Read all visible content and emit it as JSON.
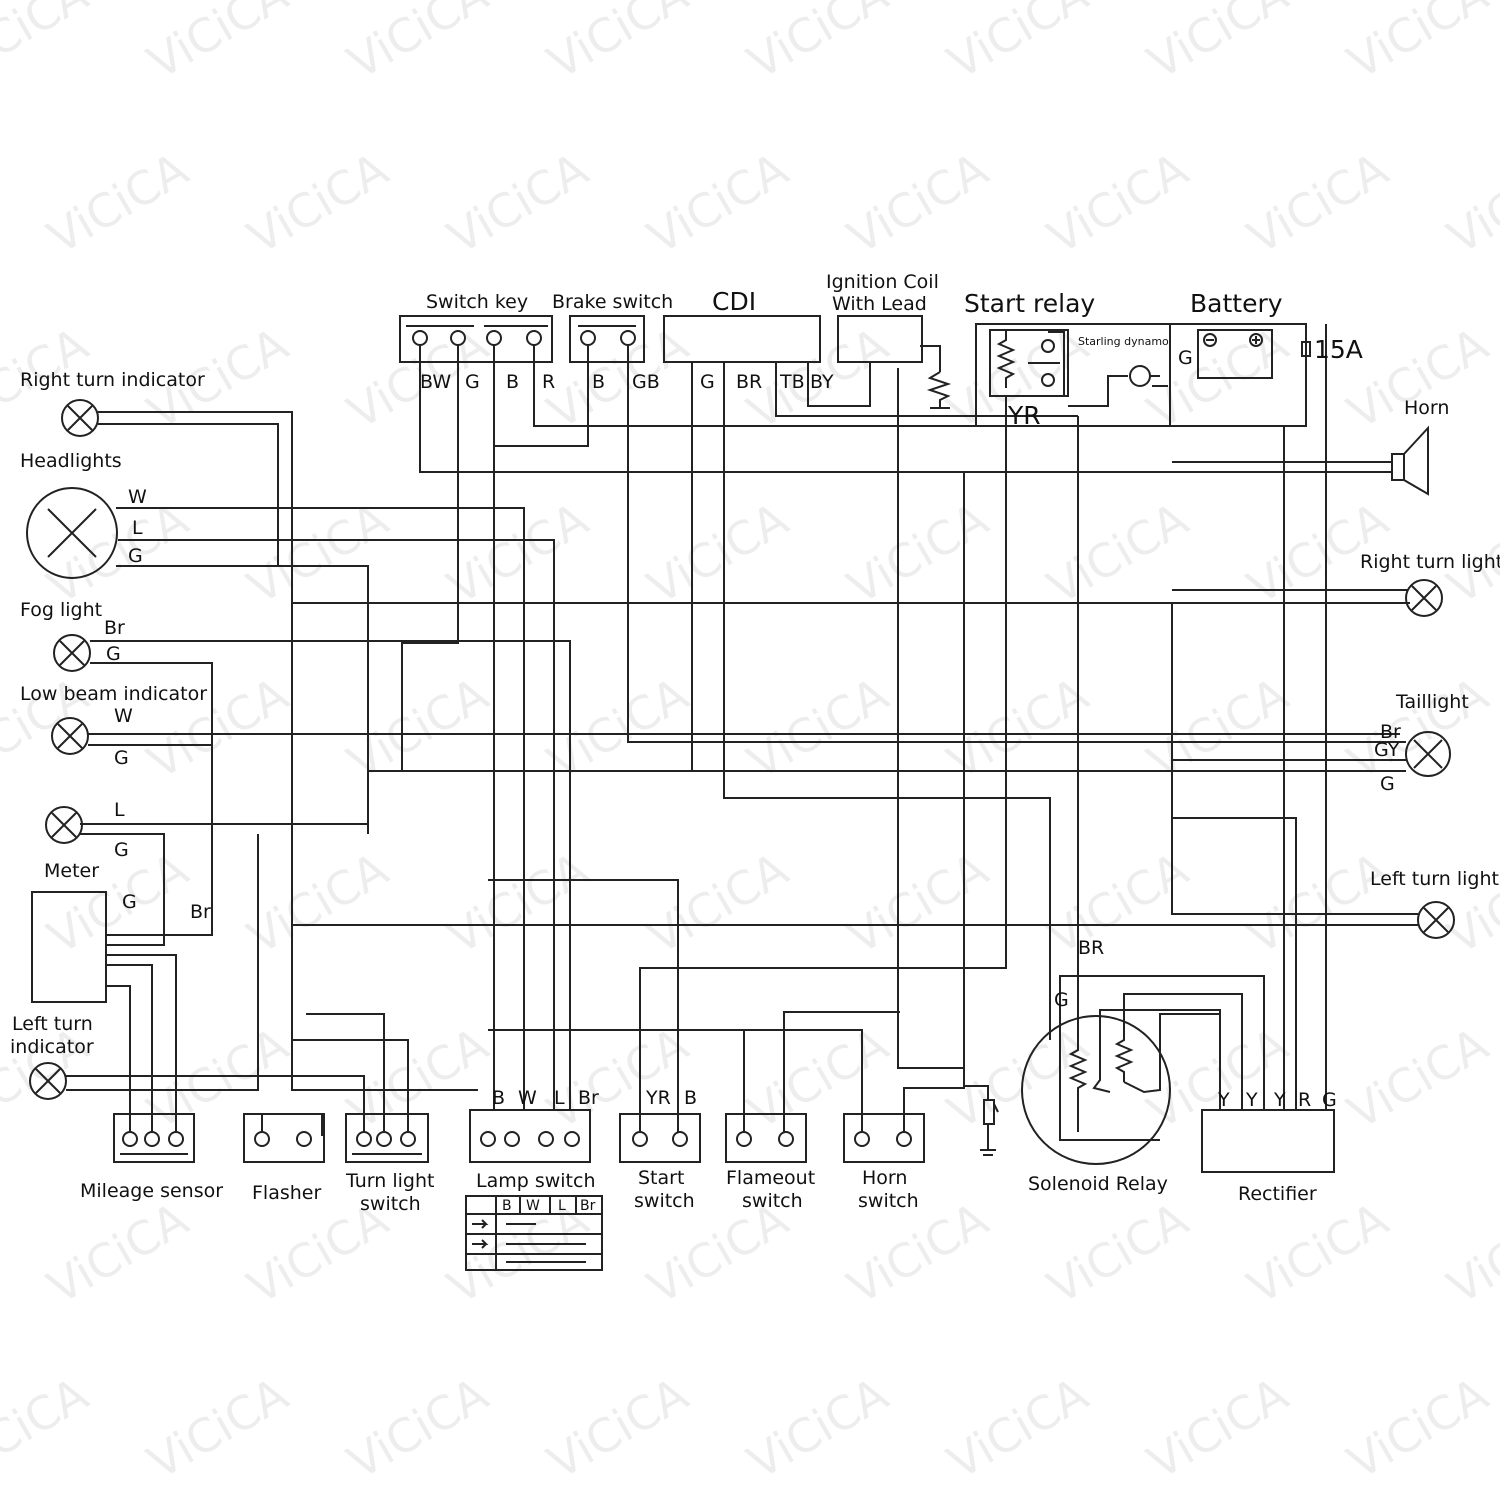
{
  "watermark": "ViCiCA",
  "components": {
    "switch_key": "Switch key",
    "brake_switch": "Brake switch",
    "cdi": "CDI",
    "ignition_coil_1": "Ignition Coil",
    "ignition_coil_2": "With Lead",
    "start_relay": "Start relay",
    "battery": "Battery",
    "fuse": "15A",
    "starling_dynamo": "Starling dynamo",
    "horn": "Horn",
    "right_turn_indicator": "Right turn indicator",
    "headlights": "Headlights",
    "fog_light": "Fog light",
    "low_beam_indicator": "Low beam indicator",
    "meter": "Meter",
    "left_turn_indicator_1": "Left turn",
    "left_turn_indicator_2": "indicator",
    "right_turn_light": "Right turn light",
    "taillight": "Taillight",
    "left_turn_light": "Left turn light",
    "mileage_sensor": "Mileage sensor",
    "flasher": "Flasher",
    "turn_light_switch_1": "Turn light",
    "turn_light_switch_2": "switch",
    "lamp_switch": "Lamp switch",
    "start_switch_1": "Start",
    "start_switch_2": "switch",
    "flameout_switch_1": "Flameout",
    "flameout_switch_2": "switch",
    "horn_switch_1": "Horn",
    "horn_switch_2": "switch",
    "solenoid_relay": "Solenoid Relay",
    "rectifier": "Rectifier"
  },
  "terminals": {
    "switch_key": [
      "BW",
      "G",
      "B",
      "R"
    ],
    "brake_switch": [
      "B",
      "GB"
    ],
    "cdi": [
      "G",
      "BR",
      "TB",
      "BY"
    ],
    "start_relay": "YR",
    "battery_g": "G",
    "headlights": [
      "W",
      "L",
      "G"
    ],
    "fog_light": [
      "Br",
      "G"
    ],
    "low_beam": [
      "W",
      "G"
    ],
    "indicator_l": [
      "L",
      "G"
    ],
    "meter": [
      "G",
      "Br"
    ],
    "taillight": [
      "Br",
      "GY",
      "G"
    ],
    "lamp_switch": [
      "B",
      "W",
      "L",
      "Br"
    ],
    "start_switch": [
      "YR",
      "B"
    ],
    "solenoid": [
      "BR",
      "G"
    ],
    "rectifier": [
      "Y",
      "Y",
      "Y",
      "R",
      "G"
    ]
  },
  "lamp_switch_table": {
    "headers": [
      "B",
      "W",
      "L",
      "Br"
    ]
  }
}
